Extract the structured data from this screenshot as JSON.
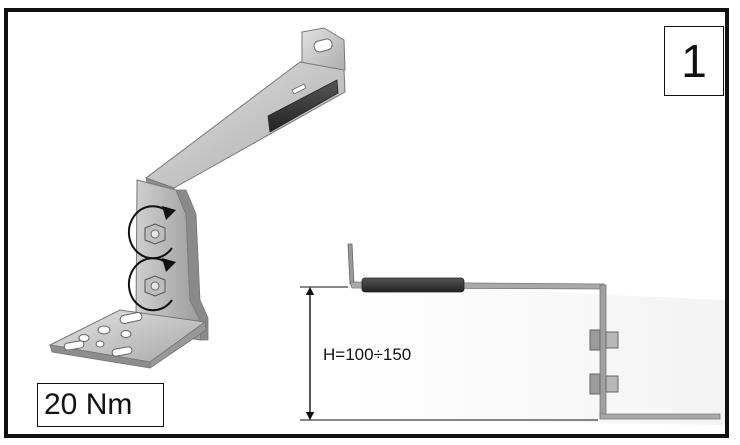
{
  "step": {
    "number": "1"
  },
  "torque": {
    "label": "20 Nm"
  },
  "dimension": {
    "label": "H=100÷150"
  }
}
